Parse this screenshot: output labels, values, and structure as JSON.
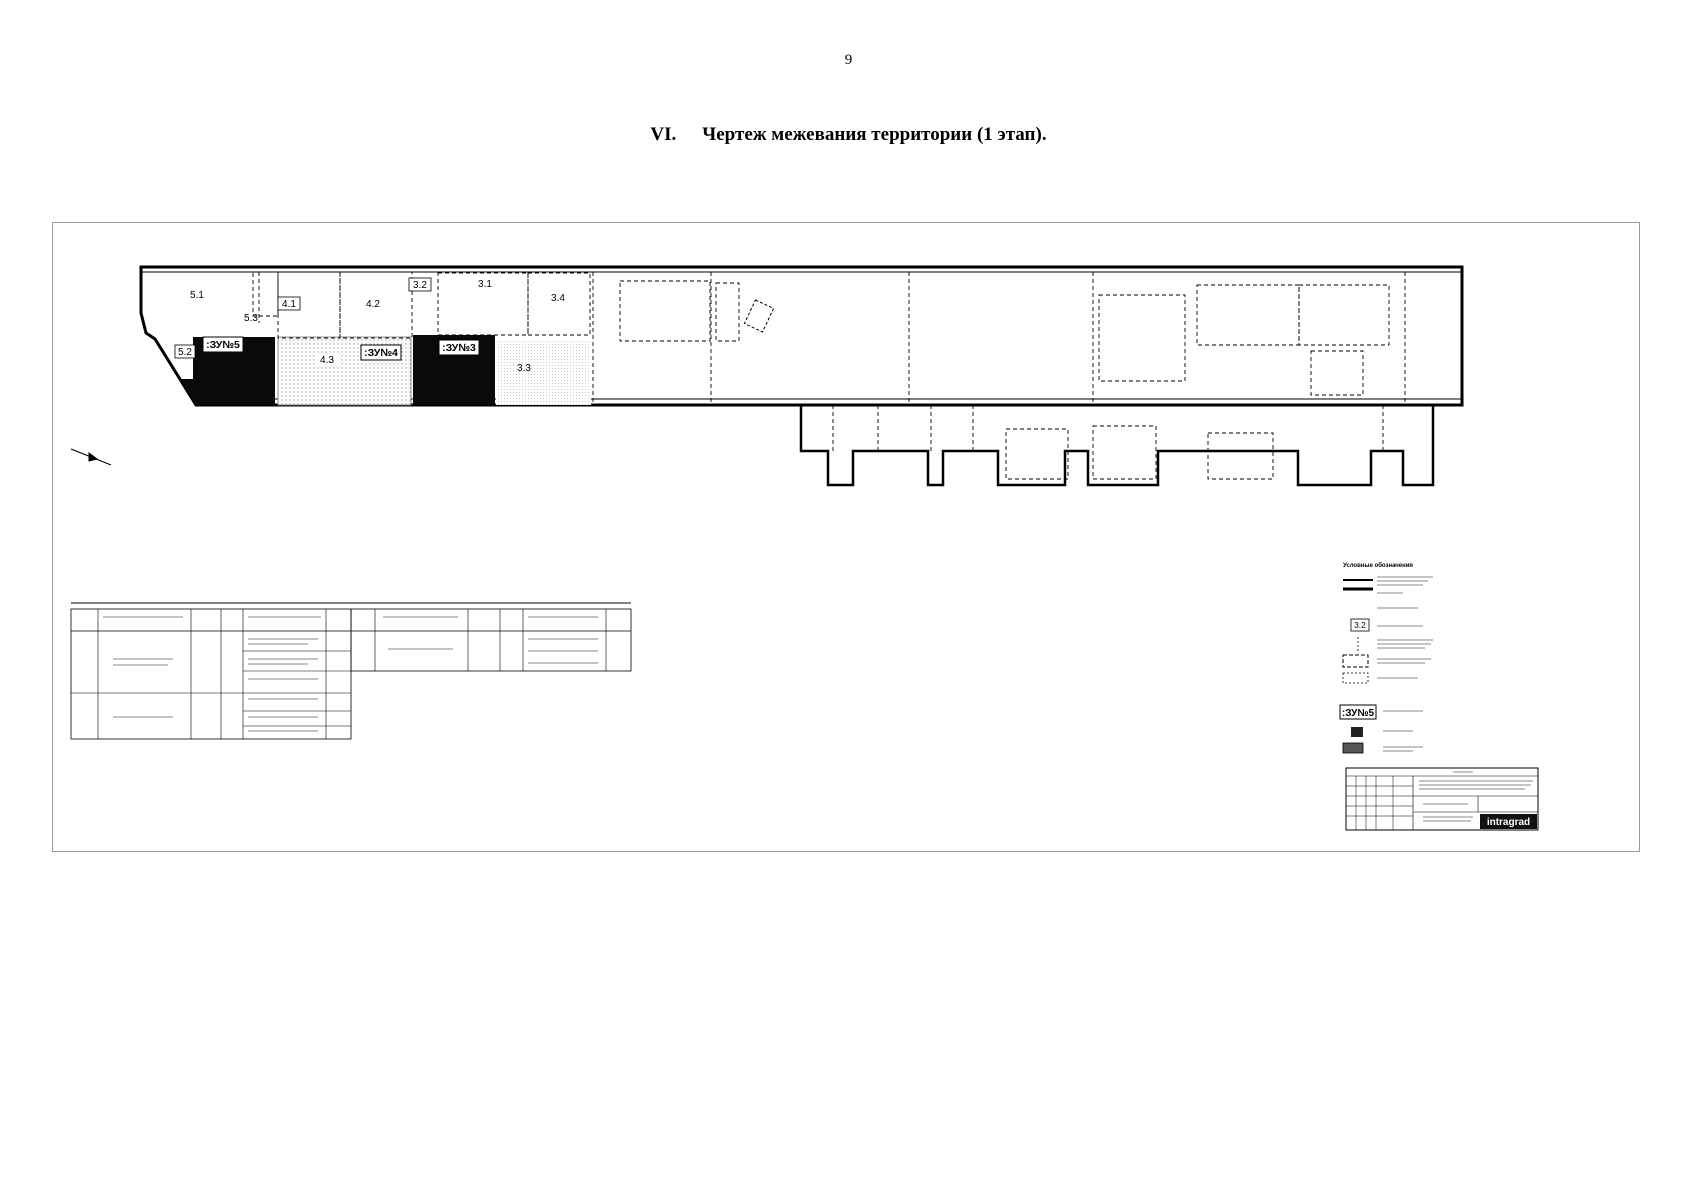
{
  "page_number": "9",
  "heading": {
    "roman": "VI.",
    "title": "Чертеж межевания территории (1 этап)."
  },
  "drawing": {
    "parcel_labels": [
      "5.1",
      "5.3",
      "5.2",
      "4.1",
      "4.2",
      "4.3",
      "3.2",
      "3.1",
      "3.4",
      "3.3"
    ],
    "zone_labels": [
      ":ЗУ№5",
      ":ЗУ№4",
      ":ЗУ№3"
    ]
  },
  "legend": {
    "title": "Условные обозначения",
    "sample_parcel": "3.2",
    "sample_zone": ":ЗУ№5"
  },
  "title_block": {
    "brand": "intragrad"
  }
}
